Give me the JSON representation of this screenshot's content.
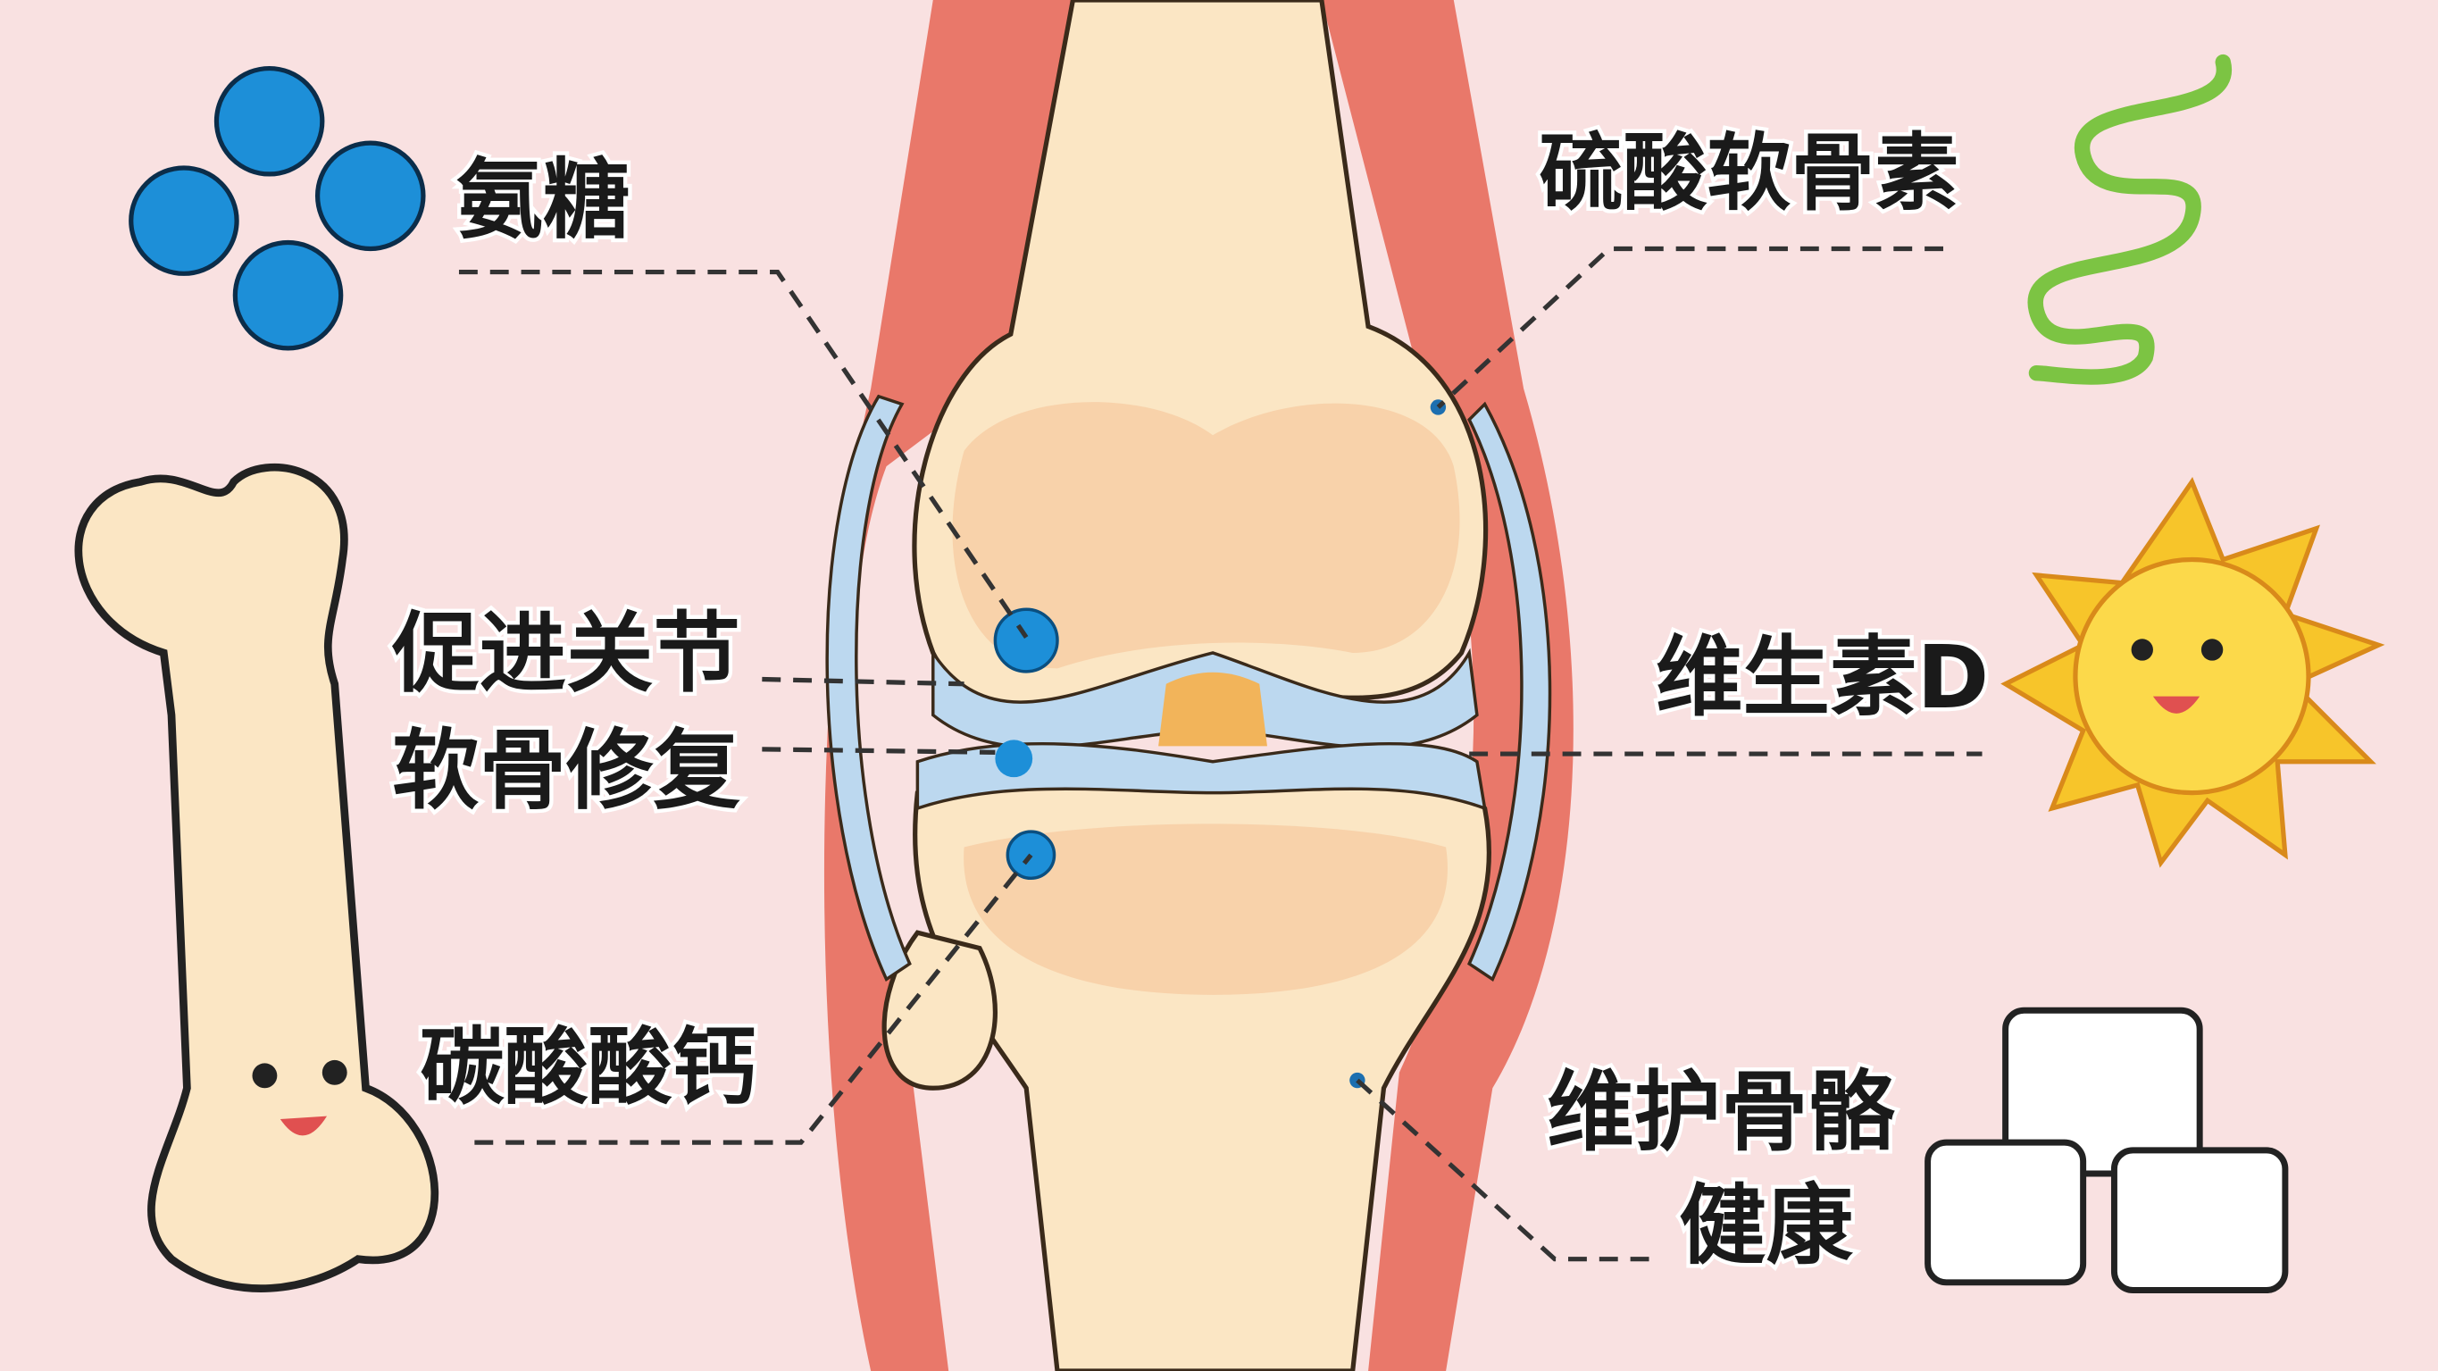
{
  "labels": {
    "glucosamine": "氨糖",
    "chondroitin": "硫酸软骨素",
    "promote_line1": "促进关节",
    "promote_line2": "软骨修复",
    "vitamin_d": "维生素D",
    "calcium": "碳酸酸钙",
    "maintain_line1": "维护骨骼",
    "maintain_line2": "健康"
  },
  "colors": {
    "background": "#f9e1e1",
    "muscle": "#e9786a",
    "bone": "#fbe6c4",
    "cartilage": "#bcd8ef",
    "marker": "#1d8fd8"
  }
}
